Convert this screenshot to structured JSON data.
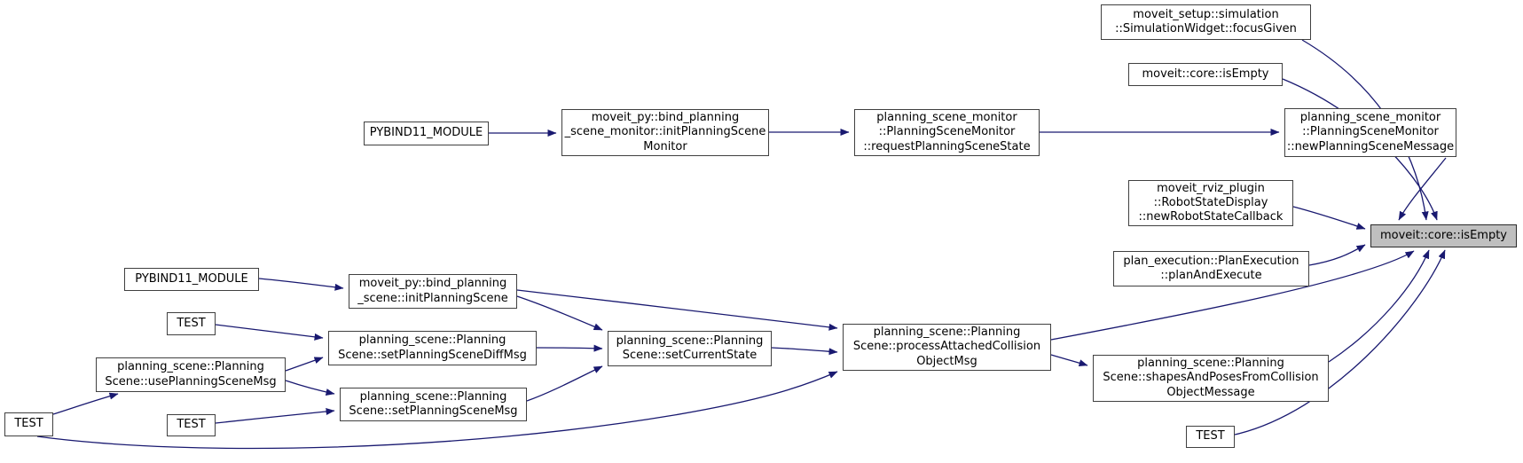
{
  "diagram": {
    "kind": "doxygen-call-graph",
    "target_function": "moveit::core::isEmpty",
    "edge_color": "#191970",
    "node_border_color": "#404040",
    "node_fill": "#ffffff",
    "target_fill": "#bfbfbf",
    "nodes": [
      {
        "id": "focus-given",
        "label": "moveit_setup::simulation\n::SimulationWidget::focusGiven"
      },
      {
        "id": "is-empty-caller",
        "label": "moveit::core::isEmpty"
      },
      {
        "id": "pybind11-module-1",
        "label": "PYBIND11_MODULE"
      },
      {
        "id": "init-planning-scene-monitor",
        "label": "moveit_py::bind_planning\n_scene_monitor::initPlanningScene\nMonitor"
      },
      {
        "id": "request-planning-scene-state",
        "label": "planning_scene_monitor\n::PlanningSceneMonitor\n::requestPlanningSceneState"
      },
      {
        "id": "new-planning-scene-message",
        "label": "planning_scene_monitor\n::PlanningSceneMonitor\n::newPlanningSceneMessage"
      },
      {
        "id": "new-robot-state-callback",
        "label": "moveit_rviz_plugin\n::RobotStateDisplay\n::newRobotStateCallback"
      },
      {
        "id": "is-empty-target",
        "label": "moveit::core::isEmpty"
      },
      {
        "id": "plan-and-execute",
        "label": "plan_execution::PlanExecution\n::planAndExecute"
      },
      {
        "id": "pybind11-module-2",
        "label": "PYBIND11_MODULE"
      },
      {
        "id": "init-planning-scene",
        "label": "moveit_py::bind_planning\n_scene::initPlanningScene"
      },
      {
        "id": "test-1",
        "label": "TEST"
      },
      {
        "id": "set-planning-scene-diff-msg",
        "label": "planning_scene::Planning\nScene::setPlanningSceneDiffMsg"
      },
      {
        "id": "set-current-state",
        "label": "planning_scene::Planning\nScene::setCurrentState"
      },
      {
        "id": "process-attached-collision-object-msg",
        "label": "planning_scene::Planning\nScene::processAttachedCollision\nObjectMsg"
      },
      {
        "id": "use-planning-scene-msg",
        "label": "planning_scene::Planning\nScene::usePlanningSceneMsg"
      },
      {
        "id": "set-planning-scene-msg",
        "label": "planning_scene::Planning\nScene::setPlanningSceneMsg"
      },
      {
        "id": "shapes-and-poses-from-collision-object-message",
        "label": "planning_scene::Planning\nScene::shapesAndPosesFromCollision\nObjectMessage"
      },
      {
        "id": "test-2",
        "label": "TEST"
      },
      {
        "id": "test-3",
        "label": "TEST"
      },
      {
        "id": "test-4",
        "label": "TEST"
      }
    ],
    "edges": [
      {
        "from": "focus-given",
        "to": "is-empty-target"
      },
      {
        "from": "is-empty-caller",
        "to": "is-empty-target"
      },
      {
        "from": "pybind11-module-1",
        "to": "init-planning-scene-monitor"
      },
      {
        "from": "init-planning-scene-monitor",
        "to": "request-planning-scene-state"
      },
      {
        "from": "request-planning-scene-state",
        "to": "new-planning-scene-message"
      },
      {
        "from": "new-planning-scene-message",
        "to": "is-empty-target"
      },
      {
        "from": "new-robot-state-callback",
        "to": "is-empty-target"
      },
      {
        "from": "plan-and-execute",
        "to": "is-empty-target"
      },
      {
        "from": "pybind11-module-2",
        "to": "init-planning-scene"
      },
      {
        "from": "init-planning-scene",
        "to": "set-current-state"
      },
      {
        "from": "init-planning-scene",
        "to": "process-attached-collision-object-msg"
      },
      {
        "from": "test-1",
        "to": "set-planning-scene-diff-msg"
      },
      {
        "from": "set-planning-scene-diff-msg",
        "to": "set-current-state"
      },
      {
        "from": "set-current-state",
        "to": "process-attached-collision-object-msg"
      },
      {
        "from": "use-planning-scene-msg",
        "to": "set-planning-scene-diff-msg"
      },
      {
        "from": "use-planning-scene-msg",
        "to": "set-planning-scene-msg"
      },
      {
        "from": "test-3",
        "to": "use-planning-scene-msg"
      },
      {
        "from": "test-3",
        "to": "process-attached-collision-object-msg"
      },
      {
        "from": "test-2",
        "to": "set-planning-scene-msg"
      },
      {
        "from": "set-planning-scene-msg",
        "to": "set-current-state"
      },
      {
        "from": "process-attached-collision-object-msg",
        "to": "is-empty-target"
      },
      {
        "from": "process-attached-collision-object-msg",
        "to": "shapes-and-poses-from-collision-object-message"
      },
      {
        "from": "shapes-and-poses-from-collision-object-message",
        "to": "is-empty-target"
      },
      {
        "from": "test-4",
        "to": "is-empty-target"
      }
    ]
  }
}
